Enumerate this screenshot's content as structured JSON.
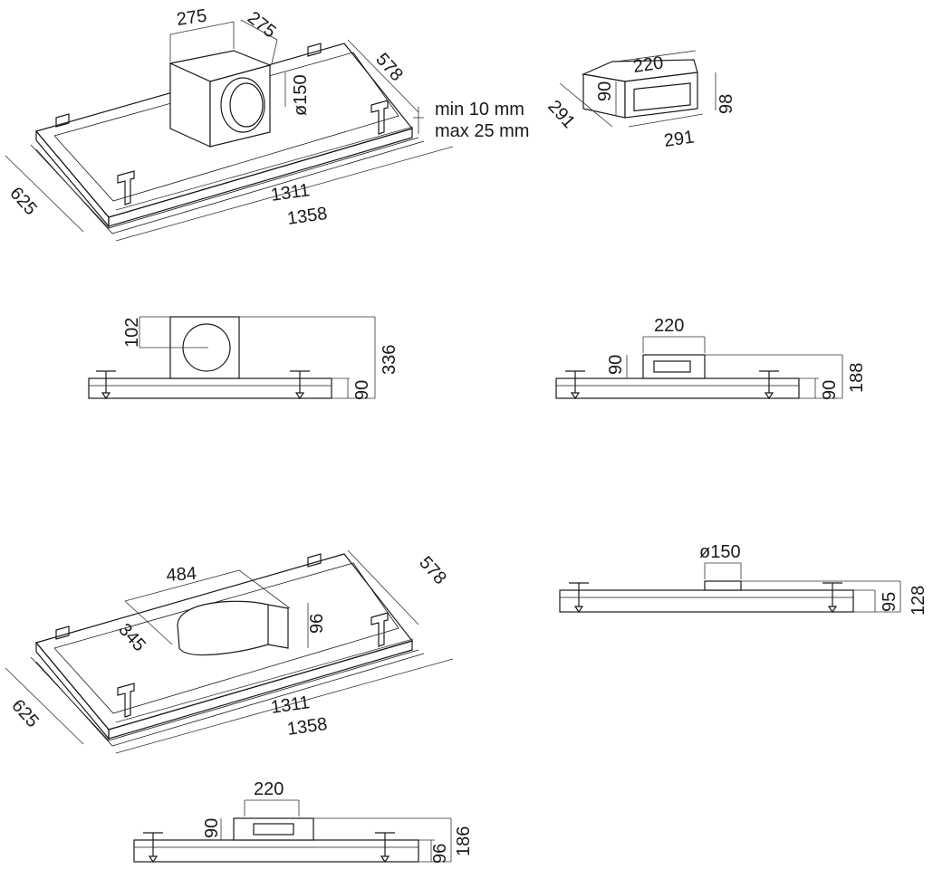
{
  "view1": {
    "box_width": "275",
    "box_depth": "275",
    "outlet_diameter": "ø150",
    "depth_inner": "578",
    "depth_outer": "625",
    "length_inner": "1311",
    "length_outer": "1358",
    "gap_min": "min 10 mm",
    "gap_max": "max 25 mm"
  },
  "adapter": {
    "width": "220",
    "height": "90",
    "outer_height": "98",
    "depth_left": "291",
    "depth_bottom": "291"
  },
  "view2_front": {
    "offset": "102",
    "body_height": "90",
    "total_height": "336"
  },
  "view3_front": {
    "duct_width": "220",
    "duct_height": "90",
    "body_height": "90",
    "total_height": "188"
  },
  "view4": {
    "duct_length": "484",
    "duct_height": "96",
    "duct_depth": "345",
    "depth_inner": "578",
    "depth_outer": "625",
    "length_inner": "1311",
    "length_outer": "1358"
  },
  "view5_front": {
    "outlet_diameter": "ø150",
    "body_height": "95",
    "total_height": "128"
  },
  "view6_front": {
    "duct_width": "220",
    "duct_height": "90",
    "body_height": "96",
    "total_height": "186"
  }
}
